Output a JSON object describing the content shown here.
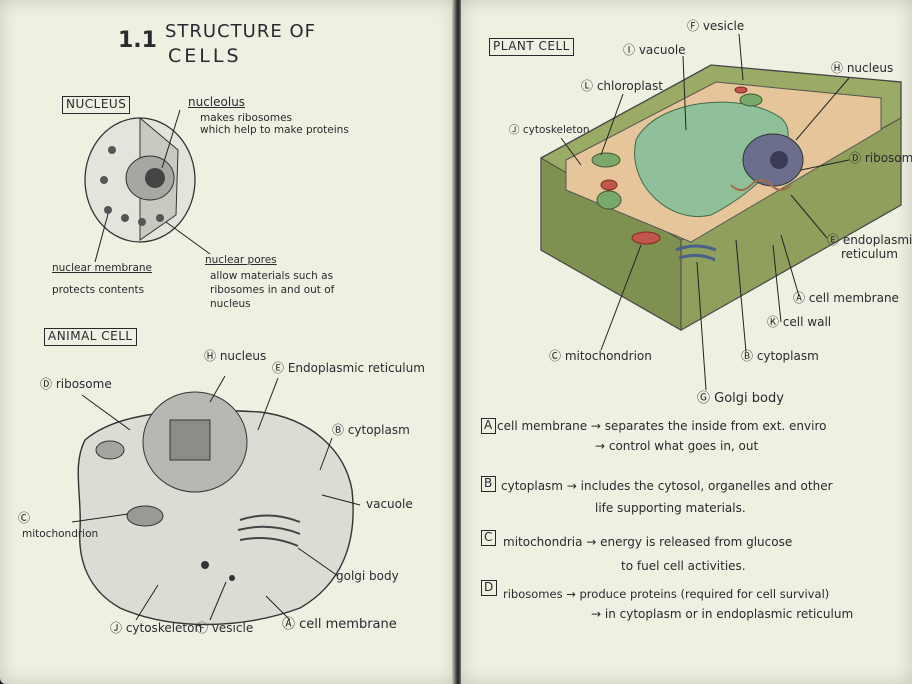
{
  "left": {
    "title_number": "1.1",
    "title_line1": "STRUCTURE OF",
    "title_line2": "CELLS",
    "nucleus": {
      "heading": "NUCLEUS",
      "nucleolus_label": "nucleolus",
      "nucleolus_desc_1": "makes ribosomes",
      "nucleolus_desc_2": "which help to make proteins",
      "membrane_label": "nuclear membrane",
      "membrane_desc": "protects contents",
      "pores_label": "nuclear pores",
      "pores_desc_1": "allow materials such as",
      "pores_desc_2": "ribosomes in and out of",
      "pores_desc_3": "nucleus"
    },
    "animal": {
      "heading": "ANIMAL CELL",
      "nucleus": "Ⓗ nucleus",
      "er": "Ⓔ Endoplasmic reticulum",
      "ribosome": "Ⓓ ribosome",
      "cytoplasm": "Ⓑ cytoplasm",
      "vacuole": "vacuole",
      "mito_marker": "Ⓒ",
      "mitochondrion": "mitochondrion",
      "golgi": "golgi body",
      "cytoskeleton": "Ⓙ cytoskeleton",
      "vesicle": "Ⓕ vesicle",
      "membrane": "Ⓐ cell membrane"
    }
  },
  "right": {
    "heading": "PLANT CELL",
    "labels": {
      "vesicle": "Ⓕ vesicle",
      "vacuole": "Ⓘ vacuole",
      "nucleus": "Ⓗ nucleus",
      "chloroplast": "Ⓛ chloroplast",
      "cytoskeleton": "Ⓙ cytoskeleton",
      "ribosome": "Ⓓ ribosome",
      "er_1": "Ⓔ endoplasmic",
      "er_2": "reticulum",
      "cell_membrane": "Ⓐ cell membrane",
      "cell_wall": "Ⓚ cell wall",
      "cytoplasm": "Ⓑ cytoplasm",
      "mitochondrion": "Ⓒ mitochondrion",
      "golgi": "Ⓖ Golgi body"
    },
    "notes": [
      {
        "key": "A",
        "lines": [
          "cell membrane → separates the inside from ext. enviro",
          "→ control what goes in, out"
        ]
      },
      {
        "key": "B",
        "lines": [
          "cytoplasm → includes the cytosol, organelles and other",
          "life supporting materials."
        ]
      },
      {
        "key": "C",
        "lines": [
          "mitochondria → energy is released from glucose",
          "to fuel cell activities."
        ]
      },
      {
        "key": "D",
        "lines": [
          "ribosomes → produce proteins (required for cell survival)",
          "→ in cytoplasm or in endoplasmic reticulum"
        ]
      }
    ]
  },
  "colors": {
    "paper": "#eef0e2",
    "ink": "#2a2a2e",
    "cell_wall": "#8a9a5a",
    "vacuole": "#8fc09a",
    "cytoplasm": "#e6c59a",
    "nucleus": "#6b6e8c",
    "mitochondrion": "#c2564b"
  }
}
